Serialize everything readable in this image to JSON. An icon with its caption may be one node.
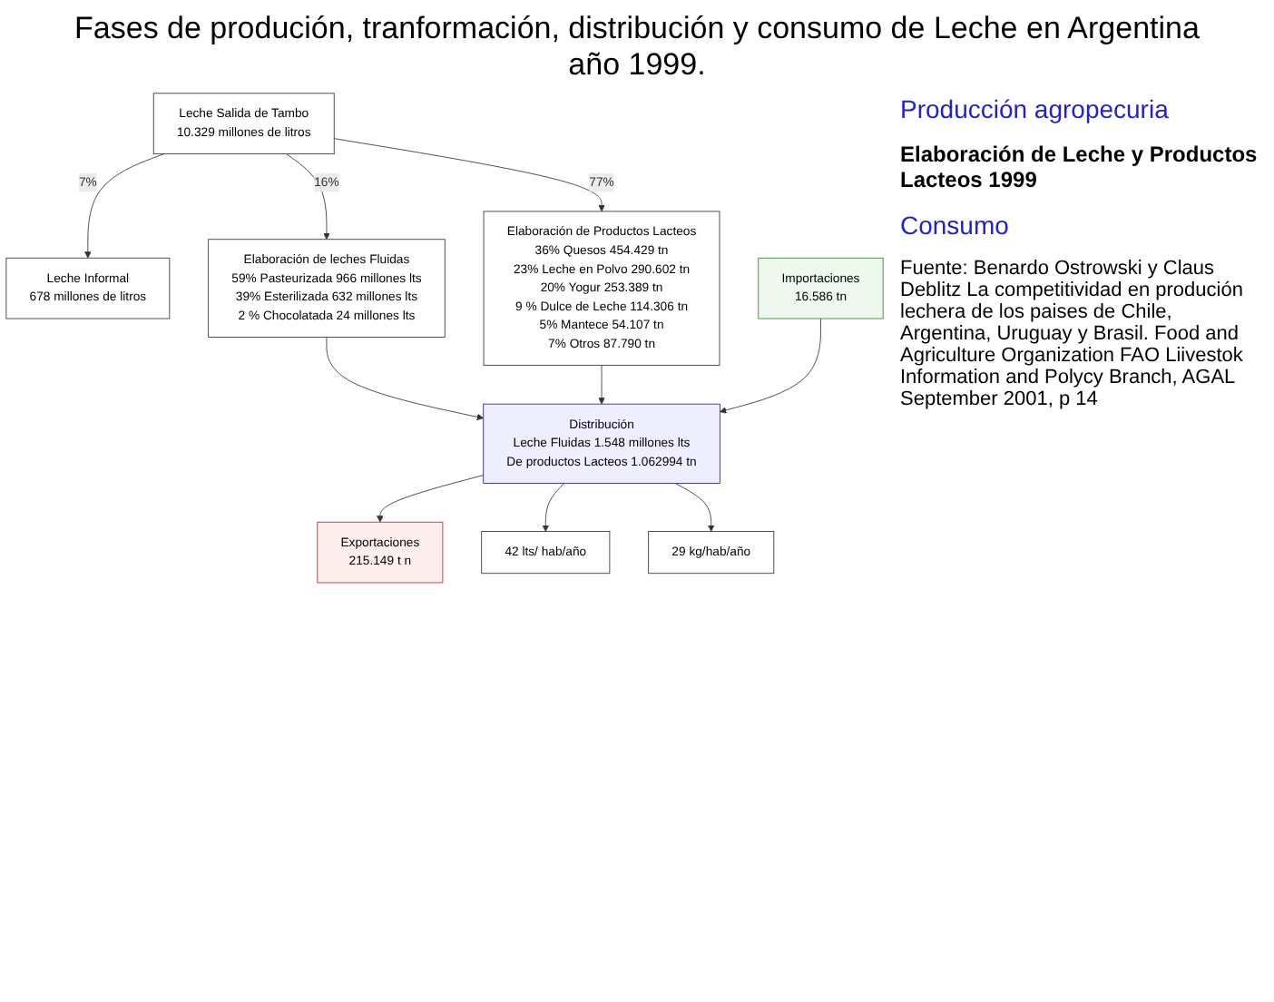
{
  "diagram": {
    "title": "Fases de produción, tranformación, distribución y consumo de Leche en Argentina año 1999.",
    "nodes": [
      {
        "text": [
          "Leche Salida de Tambo",
          "10.329 millones de litros"
        ]
      },
      {
        "text": [
          "Leche Informal",
          "678 millones de litros"
        ]
      },
      {
        "text": [
          "Elaboración de leches Fluidas",
          "59% Pasteurizada 966 millones lts",
          "39% Esterilizada 632 millones lts",
          "2 % Chocolatada 24 millones lts"
        ]
      },
      {
        "text": [
          "Elaboración de Productos Lacteos",
          "36% Quesos 454.429 tn",
          "23% Leche en Polvo 290.602 tn",
          "20% Yogur 253.389 tn",
          "9 % Dulce de Leche 114.306 tn",
          "5% Mantece 54.107 tn",
          "7% Otros 87.790 tn"
        ]
      },
      {
        "text": [
          "Importaciones",
          "16.586 tn"
        ]
      },
      {
        "text": [
          "Distribución",
          "Leche Fluidas 1.548 millones lts",
          "De productos Lacteos 1.062994 tn"
        ]
      },
      {
        "text": [
          "Exportaciones",
          "215.149 t n"
        ]
      },
      {
        "text": [
          "42 lts/ hab/año"
        ]
      },
      {
        "text": [
          "29 kg/hab/año"
        ]
      }
    ],
    "edges": [
      {
        "from": 0,
        "to": 1,
        "arrow": "to",
        "label": "7%"
      },
      {
        "from": 0,
        "to": 2,
        "arrow": "to",
        "label": "16%"
      },
      {
        "from": 0,
        "to": 3,
        "arrow": "to",
        "label": "77%"
      },
      {
        "from": 2,
        "to": 5,
        "arrow": "to"
      },
      {
        "from": 3,
        "to": 5,
        "arrow": "to"
      },
      {
        "from": 4,
        "to": 5,
        "arrow": "to"
      },
      {
        "from": 5,
        "to": 6,
        "arrow": "to"
      },
      {
        "from": 5,
        "to": 7,
        "arrow": "to"
      },
      {
        "from": 5,
        "to": 8,
        "arrow": "to"
      }
    ],
    "labels": [
      "Producción agropecuria",
      "Elaboración de Leche y Productos Lacteos 1999",
      "Consumo",
      "Fuente: Benardo Ostrowski y Claus Deblitz La competitividad en produción lechera de los paises de Chile, Argentina, Uruguay y Brasil. Food and Agriculture Organization FAO Liivestok Information and Polycy Branch, AGAL September 2001, p 14"
    ]
  }
}
